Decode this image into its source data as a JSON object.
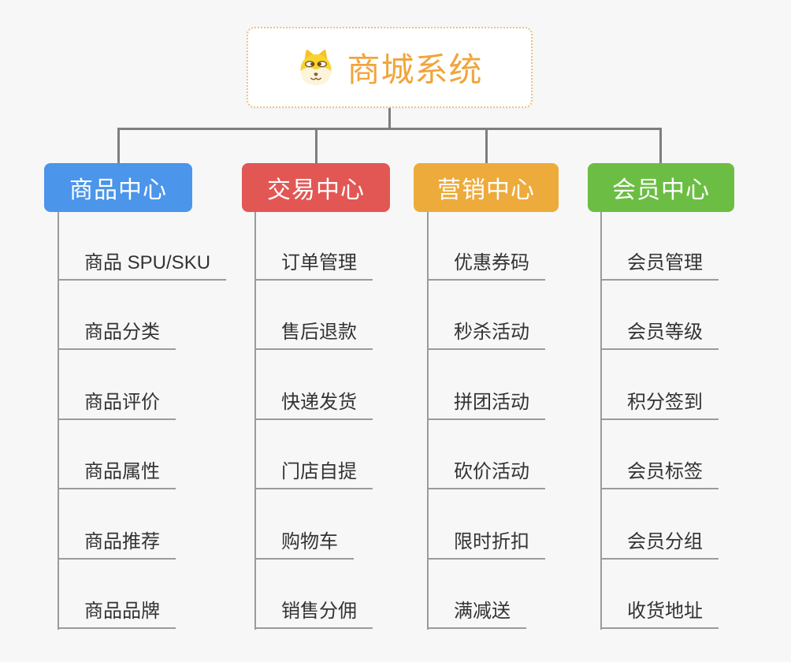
{
  "root": {
    "title": "商城系统",
    "icon": "dog-face-icon",
    "title_color": "#F0A53C",
    "border_color": "#F0C080",
    "background": "#FFFFFF"
  },
  "branches": [
    {
      "label": "商品中心",
      "color": "#4B95EA",
      "items": [
        "商品 SPU/SKU",
        "商品分类",
        "商品评价",
        "商品属性",
        "商品推荐",
        "商品品牌"
      ]
    },
    {
      "label": "交易中心",
      "color": "#E25754",
      "items": [
        "订单管理",
        "售后退款",
        "快递发货",
        "门店自提",
        "购物车",
        "销售分佣"
      ]
    },
    {
      "label": "营销中心",
      "color": "#EDAB3C",
      "items": [
        "优惠券码",
        "秒杀活动",
        "拼团活动",
        "砍价活动",
        "限时折扣",
        "满减送"
      ]
    },
    {
      "label": "会员中心",
      "color": "#6BBE43",
      "items": [
        "会员管理",
        "会员等级",
        "积分签到",
        "会员标签",
        "会员分组",
        "收货地址"
      ]
    }
  ],
  "colors": {
    "background": "#F7F7F7",
    "connector": "#7E7E7E",
    "child_line": "#9B9B9B",
    "child_text": "#333333",
    "branch_text": "#FFFFFF"
  }
}
